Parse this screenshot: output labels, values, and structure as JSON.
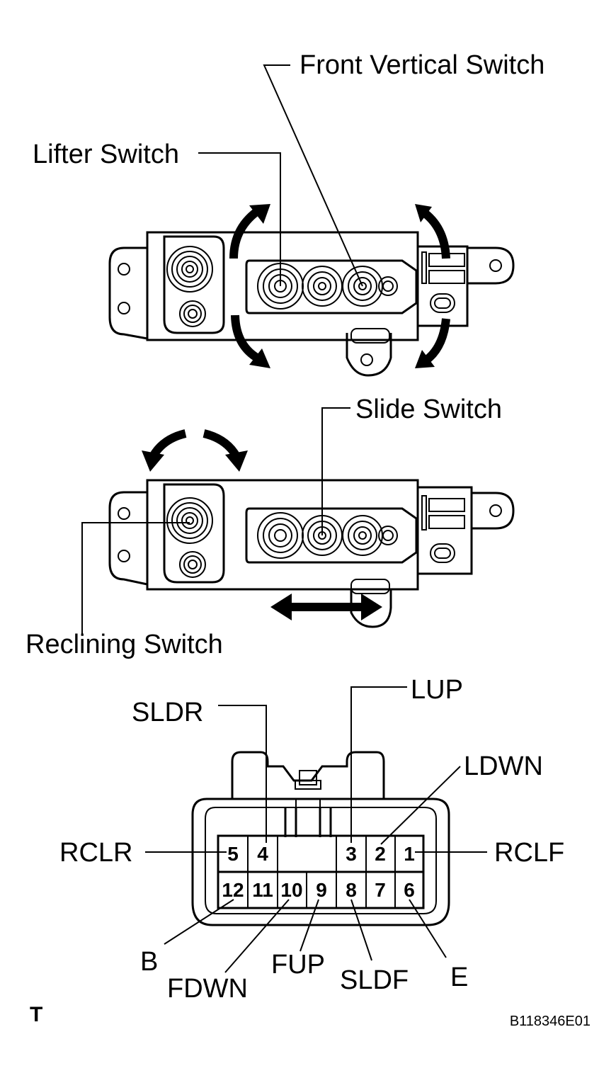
{
  "labels": {
    "front_vertical_switch": "Front Vertical Switch",
    "lifter_switch": "Lifter Switch",
    "slide_switch": "Slide Switch",
    "reclining_switch": "Reclining Switch"
  },
  "connector": {
    "top_row_pins": [
      "5",
      "4",
      "3",
      "2",
      "1"
    ],
    "bottom_row_pins": [
      "12",
      "11",
      "10",
      "9",
      "8",
      "7",
      "6"
    ],
    "terminals": {
      "sldr": "SLDR",
      "lup": "LUP",
      "ldwn": "LDWN",
      "rclr": "RCLR",
      "rclf": "RCLF",
      "b": "B",
      "fdwn": "FDWN",
      "fup": "FUP",
      "sldf": "SLDF",
      "e": "E"
    }
  },
  "corner_mark": "T",
  "figure_id": "B118346E01",
  "icons": [
    "arrow-up-icon",
    "arrow-down-icon",
    "double-arrow-icon"
  ]
}
